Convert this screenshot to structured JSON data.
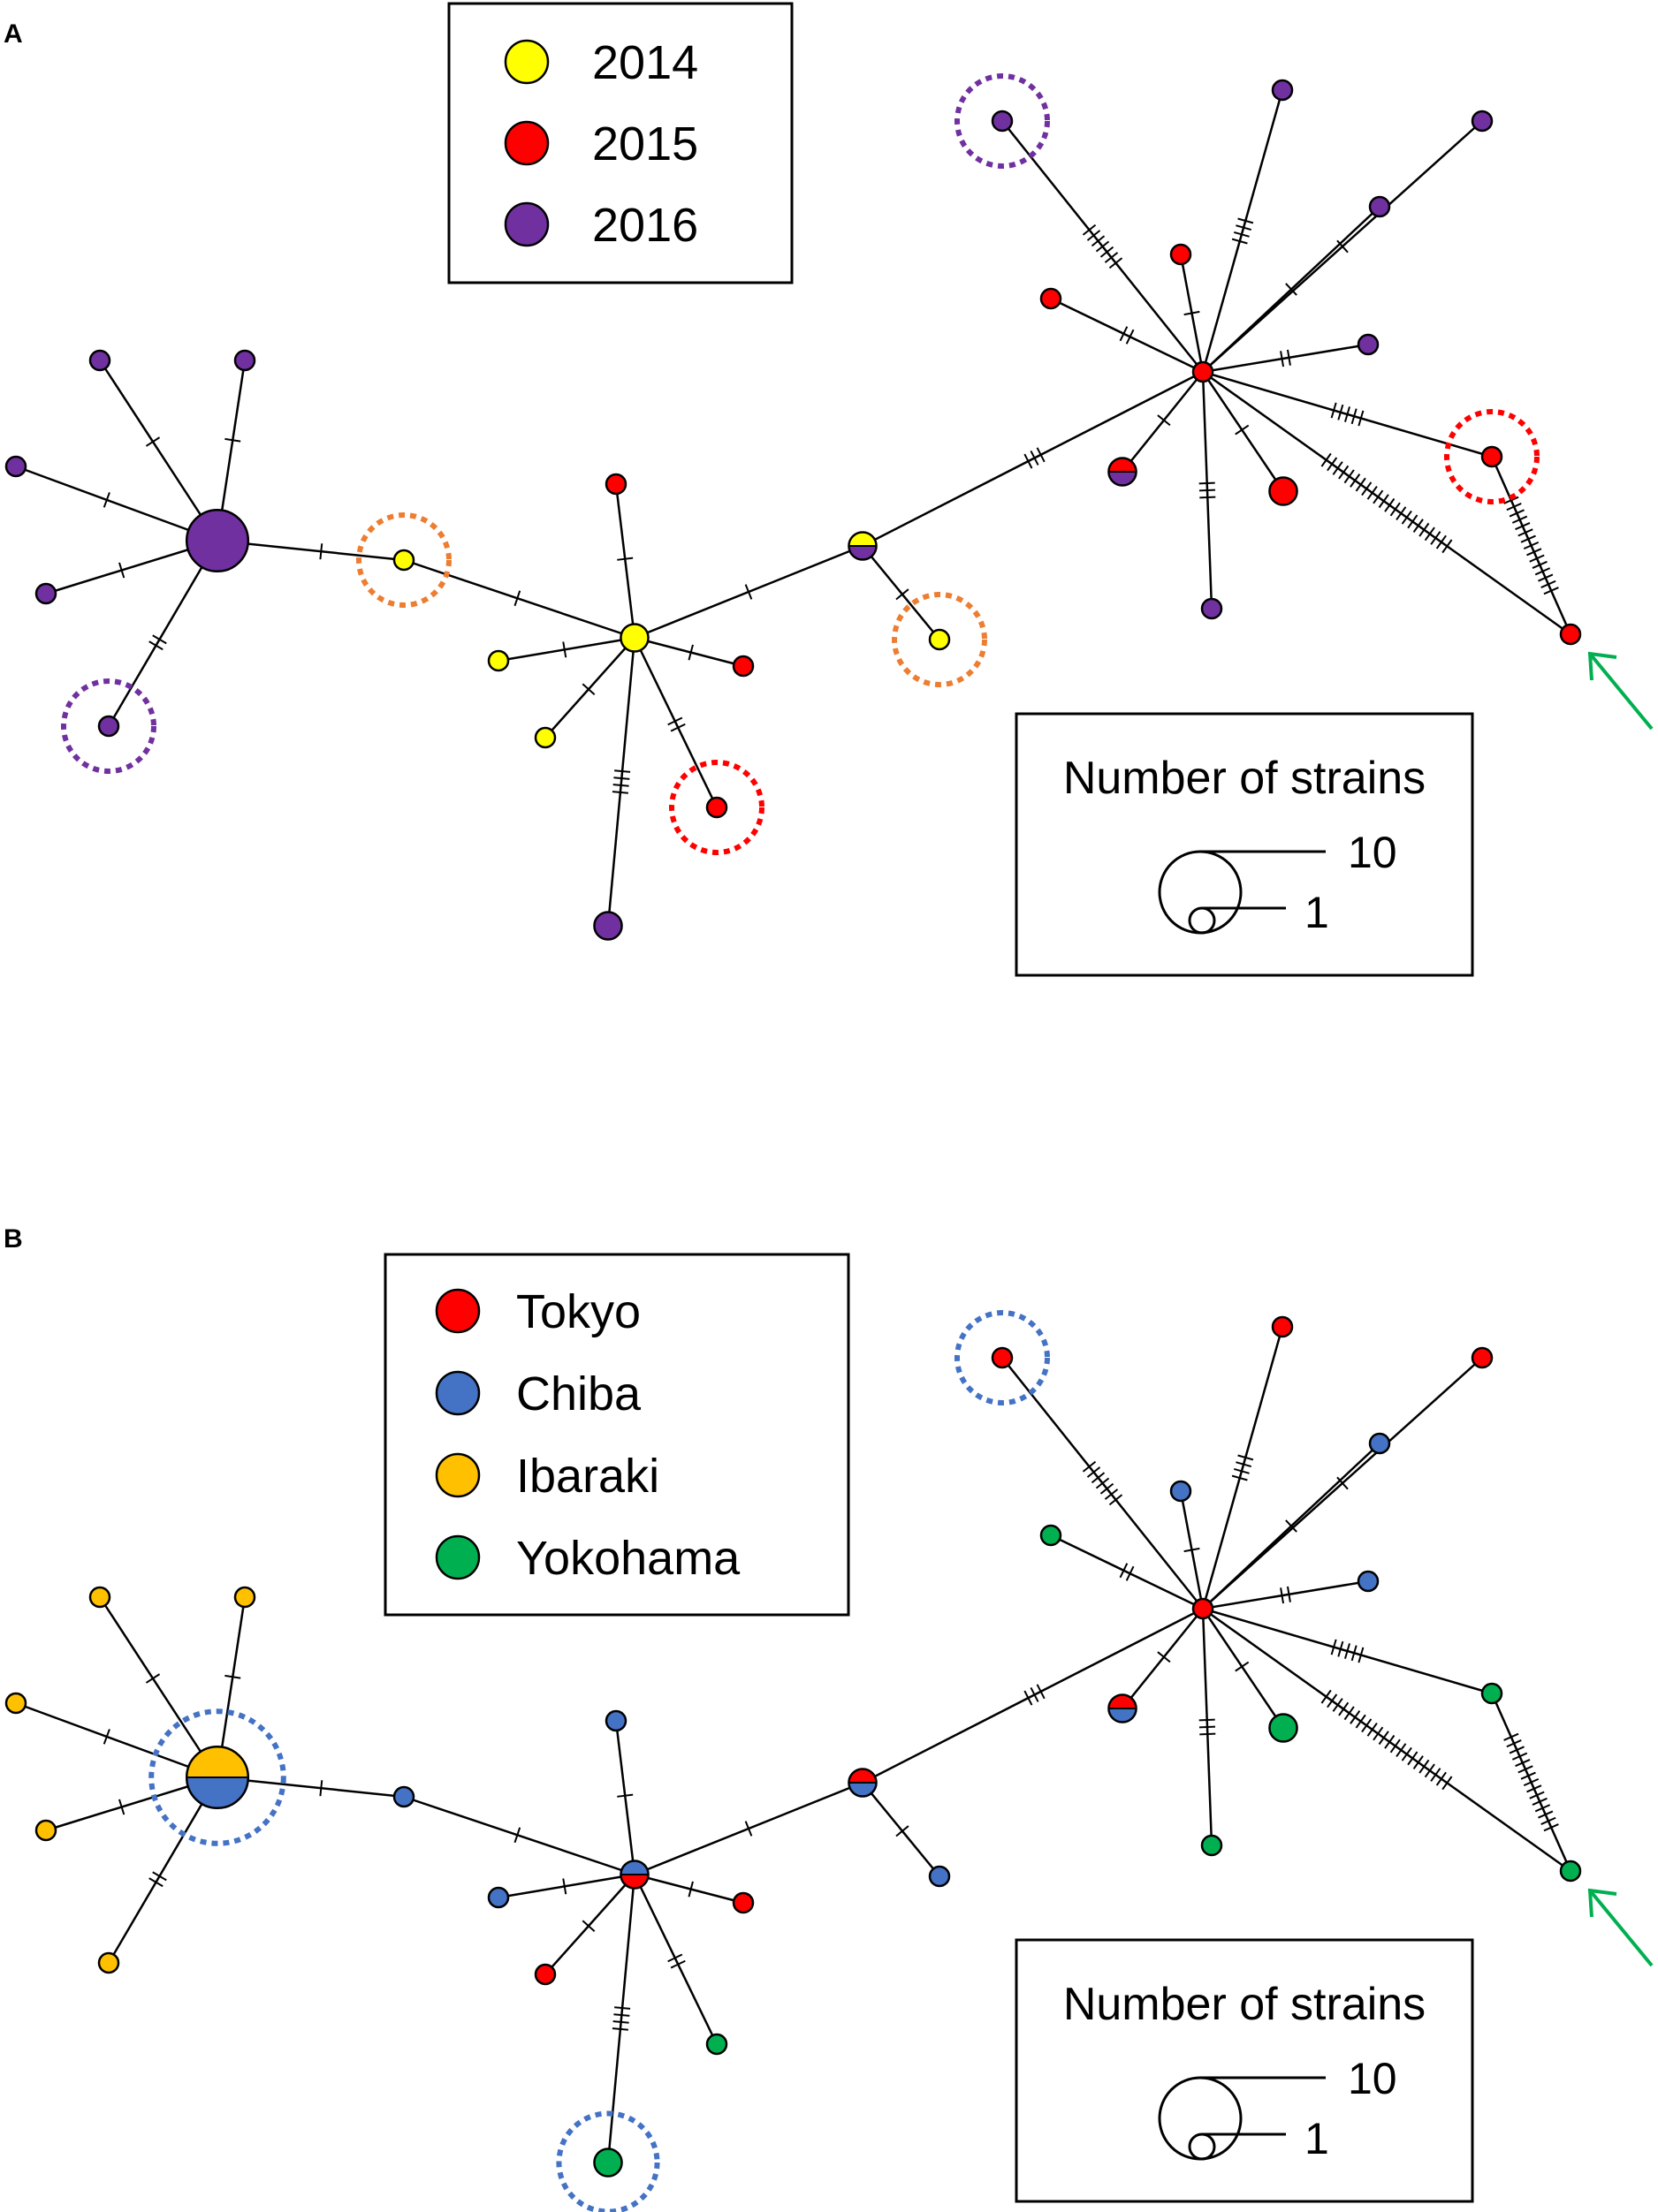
{
  "panels": [
    {
      "label": "A",
      "legend_title": "",
      "legend": [
        {
          "text": "2014",
          "color": "#ffff00"
        },
        {
          "text": "2015",
          "color": "#ff0000"
        },
        {
          "text": "2016",
          "color": "#7030a0"
        }
      ]
    },
    {
      "label": "B",
      "legend_title": "",
      "legend": [
        {
          "text": "Tokyo",
          "color": "#ff0000"
        },
        {
          "text": "Chiba",
          "color": "#4472c4"
        },
        {
          "text": "Ibaraki",
          "color": "#ffc000"
        },
        {
          "text": "Yokohama",
          "color": "#00b050"
        }
      ]
    }
  ],
  "scale_legend": {
    "title": "Number of strains",
    "large_label": "10",
    "small_label": "1"
  },
  "colors": {
    "y2014": "#ffff00",
    "y2015": "#ff0000",
    "y2016": "#7030a0",
    "tokyo": "#ff0000",
    "chiba": "#4472c4",
    "ibaraki": "#ffc000",
    "yokohama": "#00b050",
    "highlight_orange": "#ed7d31",
    "highlight_arrow": "#00b050"
  },
  "network": {
    "nodes_A": [
      {
        "id": "big",
        "strains": 10,
        "colors": [
          "#7030a0"
        ]
      },
      {
        "id": "n1",
        "strains": 1,
        "colors": [
          "#7030a0"
        ]
      },
      {
        "id": "n2",
        "strains": 1,
        "colors": [
          "#7030a0"
        ]
      },
      {
        "id": "n3",
        "strains": 1,
        "colors": [
          "#7030a0"
        ]
      },
      {
        "id": "n4",
        "strains": 1,
        "colors": [
          "#7030a0"
        ]
      },
      {
        "id": "n5",
        "strains": 1,
        "colors": [
          "#7030a0"
        ],
        "ring": "#7030a0"
      },
      {
        "id": "c1",
        "strains": 1,
        "colors": [
          "#ffff00"
        ],
        "ring": "#ed7d31"
      },
      {
        "id": "hub2",
        "strains": 2,
        "colors": [
          "#ffff00"
        ]
      },
      {
        "id": "m1",
        "strains": 1,
        "colors": [
          "#ff0000"
        ]
      },
      {
        "id": "m2",
        "strains": 1,
        "colors": [
          "#ffff00"
        ]
      },
      {
        "id": "m3",
        "strains": 1,
        "colors": [
          "#ffff00"
        ]
      },
      {
        "id": "m4",
        "strains": 1,
        "colors": [
          "#ff0000"
        ]
      },
      {
        "id": "m5",
        "strains": 1,
        "colors": [
          "#ff0000"
        ],
        "ring": "#ff0000"
      },
      {
        "id": "m6",
        "strains": 2,
        "colors": [
          "#7030a0"
        ]
      },
      {
        "id": "c2",
        "strains": 2,
        "colors": [
          "#ffff00",
          "#7030a0"
        ]
      },
      {
        "id": "c3",
        "strains": 1,
        "colors": [
          "#ffff00"
        ],
        "ring": "#ed7d31"
      },
      {
        "id": "hub3",
        "strains": 1,
        "colors": [
          "#ff0000"
        ]
      },
      {
        "id": "r1",
        "strains": 1,
        "colors": [
          "#7030a0"
        ],
        "ring": "#7030a0"
      },
      {
        "id": "r2",
        "strains": 1,
        "colors": [
          "#7030a0"
        ]
      },
      {
        "id": "r3",
        "strains": 1,
        "colors": [
          "#7030a0"
        ]
      },
      {
        "id": "r4",
        "strains": 1,
        "colors": [
          "#7030a0"
        ]
      },
      {
        "id": "r5",
        "strains": 1,
        "colors": [
          "#ff0000"
        ]
      },
      {
        "id": "r6",
        "strains": 1,
        "colors": [
          "#ff0000"
        ]
      },
      {
        "id": "r7",
        "strains": 1,
        "colors": [
          "#7030a0"
        ]
      },
      {
        "id": "r8",
        "strains": 2,
        "colors": [
          "#ff0000",
          "#7030a0"
        ]
      },
      {
        "id": "r9",
        "strains": 2,
        "colors": [
          "#ff0000"
        ]
      },
      {
        "id": "r10",
        "strains": 1,
        "colors": [
          "#7030a0"
        ]
      },
      {
        "id": "r11",
        "strains": 1,
        "colors": [
          "#ff0000"
        ],
        "ring": "#ff0000"
      },
      {
        "id": "r12",
        "strains": 1,
        "colors": [
          "#ff0000"
        ],
        "arrow": true
      }
    ],
    "nodes_B": [
      {
        "id": "big",
        "strains": 10,
        "colors": [
          "#ffc000",
          "#4472c4"
        ],
        "ring": "#4472c4"
      },
      {
        "id": "n1",
        "strains": 1,
        "colors": [
          "#ffc000"
        ]
      },
      {
        "id": "n2",
        "strains": 1,
        "colors": [
          "#ffc000"
        ]
      },
      {
        "id": "n3",
        "strains": 1,
        "colors": [
          "#ffc000"
        ]
      },
      {
        "id": "n4",
        "strains": 1,
        "colors": [
          "#ffc000"
        ]
      },
      {
        "id": "n5",
        "strains": 1,
        "colors": [
          "#ffc000"
        ]
      },
      {
        "id": "c1",
        "strains": 1,
        "colors": [
          "#4472c4"
        ]
      },
      {
        "id": "hub2",
        "strains": 2,
        "colors": [
          "#4472c4",
          "#ff0000"
        ]
      },
      {
        "id": "m1",
        "strains": 1,
        "colors": [
          "#4472c4"
        ]
      },
      {
        "id": "m2",
        "strains": 1,
        "colors": [
          "#4472c4"
        ]
      },
      {
        "id": "m3",
        "strains": 1,
        "colors": [
          "#ff0000"
        ]
      },
      {
        "id": "m4",
        "strains": 1,
        "colors": [
          "#ff0000"
        ]
      },
      {
        "id": "m5",
        "strains": 1,
        "colors": [
          "#00b050"
        ]
      },
      {
        "id": "m6",
        "strains": 2,
        "colors": [
          "#00b050"
        ],
        "ring": "#4472c4"
      },
      {
        "id": "c2",
        "strains": 2,
        "colors": [
          "#ff0000",
          "#4472c4"
        ]
      },
      {
        "id": "c3",
        "strains": 1,
        "colors": [
          "#4472c4"
        ]
      },
      {
        "id": "hub3",
        "strains": 1,
        "colors": [
          "#ff0000"
        ]
      },
      {
        "id": "r1",
        "strains": 1,
        "colors": [
          "#ff0000"
        ],
        "ring": "#4472c4"
      },
      {
        "id": "r2",
        "strains": 1,
        "colors": [
          "#ff0000"
        ]
      },
      {
        "id": "r3",
        "strains": 1,
        "colors": [
          "#ff0000"
        ]
      },
      {
        "id": "r4",
        "strains": 1,
        "colors": [
          "#4472c4"
        ]
      },
      {
        "id": "r5",
        "strains": 1,
        "colors": [
          "#4472c4"
        ]
      },
      {
        "id": "r6",
        "strains": 1,
        "colors": [
          "#00b050"
        ]
      },
      {
        "id": "r7",
        "strains": 1,
        "colors": [
          "#4472c4"
        ]
      },
      {
        "id": "r8",
        "strains": 2,
        "colors": [
          "#ff0000",
          "#4472c4"
        ]
      },
      {
        "id": "r9",
        "strains": 2,
        "colors": [
          "#00b050"
        ]
      },
      {
        "id": "r10",
        "strains": 1,
        "colors": [
          "#00b050"
        ]
      },
      {
        "id": "r11",
        "strains": 1,
        "colors": [
          "#00b050"
        ]
      },
      {
        "id": "r12",
        "strains": 1,
        "colors": [
          "#00b050"
        ],
        "arrow": true
      }
    ],
    "edges": [
      {
        "a": "big",
        "b": "n1",
        "mutations": 1
      },
      {
        "a": "big",
        "b": "n2",
        "mutations": 1
      },
      {
        "a": "big",
        "b": "n3",
        "mutations": 1
      },
      {
        "a": "big",
        "b": "n4",
        "mutations": 1
      },
      {
        "a": "big",
        "b": "n5",
        "mutations": 2
      },
      {
        "a": "big",
        "b": "c1",
        "mutations": 1
      },
      {
        "a": "c1",
        "b": "hub2",
        "mutations": 1
      },
      {
        "a": "hub2",
        "b": "m1",
        "mutations": 1
      },
      {
        "a": "hub2",
        "b": "m2",
        "mutations": 1
      },
      {
        "a": "hub2",
        "b": "m3",
        "mutations": 1
      },
      {
        "a": "hub2",
        "b": "m4",
        "mutations": 1
      },
      {
        "a": "hub2",
        "b": "m5",
        "mutations": 2
      },
      {
        "a": "hub2",
        "b": "m6",
        "mutations": 4
      },
      {
        "a": "hub2",
        "b": "c2",
        "mutations": 1
      },
      {
        "a": "c2",
        "b": "c3",
        "mutations": 1
      },
      {
        "a": "c2",
        "b": "hub3",
        "mutations": 3
      },
      {
        "a": "hub3",
        "b": "r1",
        "mutations": 7
      },
      {
        "a": "hub3",
        "b": "r2",
        "mutations": 4
      },
      {
        "a": "hub3",
        "b": "r3",
        "mutations": 1
      },
      {
        "a": "hub3",
        "b": "r4",
        "mutations": 1
      },
      {
        "a": "hub3",
        "b": "r5",
        "mutations": 1
      },
      {
        "a": "hub3",
        "b": "r6",
        "mutations": 2
      },
      {
        "a": "hub3",
        "b": "r7",
        "mutations": 2
      },
      {
        "a": "hub3",
        "b": "r8",
        "mutations": 1
      },
      {
        "a": "hub3",
        "b": "r9",
        "mutations": 1
      },
      {
        "a": "hub3",
        "b": "r10",
        "mutations": 3
      },
      {
        "a": "hub3",
        "b": "r11",
        "mutations": 5
      },
      {
        "a": "hub3",
        "b": "r12",
        "mutations": 22
      },
      {
        "a": "r11",
        "b": "r12",
        "mutations": 15
      }
    ]
  }
}
